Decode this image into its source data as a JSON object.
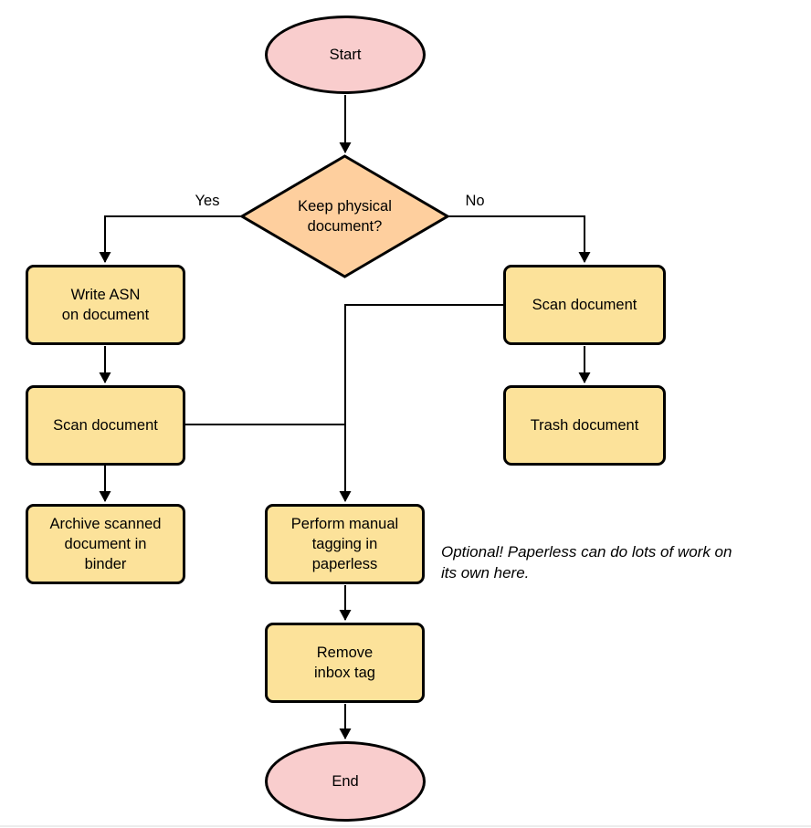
{
  "diagram": {
    "nodes": {
      "start": {
        "label": "Start"
      },
      "decision": {
        "label": "Keep physical\ndocument?"
      },
      "write_asn": {
        "label": "Write ASN\non document"
      },
      "scan_left": {
        "label": "Scan document"
      },
      "archive": {
        "label": "Archive scanned\ndocument in\nbinder"
      },
      "scan_right": {
        "label": "Scan document"
      },
      "trash": {
        "label": "Trash document"
      },
      "tagging": {
        "label": "Perform manual\ntagging in\npaperless"
      },
      "remove_inbox": {
        "label": "Remove\ninbox tag"
      },
      "end": {
        "label": "End"
      }
    },
    "edge_labels": {
      "yes": "Yes",
      "no": "No"
    },
    "annotation": "Optional! Paperless can do lots of work on\nits own here.",
    "colors": {
      "terminator_fill": "#f9cdcd",
      "decision_fill": "#fecf9e",
      "process_fill": "#fce29a",
      "stroke": "#000000"
    }
  }
}
